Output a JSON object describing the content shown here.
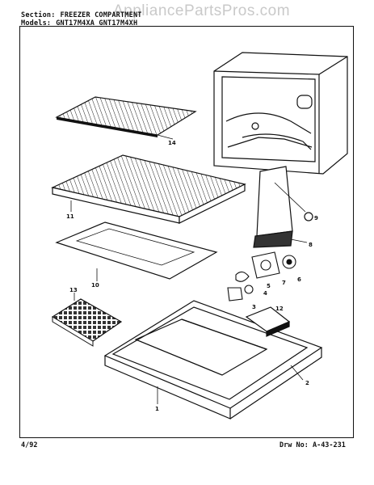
{
  "header": {
    "section_label": "Section:",
    "section_value": "FREEZER COMPARTMENT",
    "models_label": "Models:",
    "models_value": "GNT17M4XA  GNT17M4XH"
  },
  "watermark": "AppliancePartsPros.com",
  "footer": {
    "date": "4/92",
    "drawing_label": "Drw No:",
    "drawing_number": "A-43-231"
  },
  "callouts": [
    "1",
    "2",
    "3",
    "4",
    "5",
    "6",
    "7",
    "8",
    "9",
    "10",
    "11",
    "12",
    "13",
    "14"
  ]
}
